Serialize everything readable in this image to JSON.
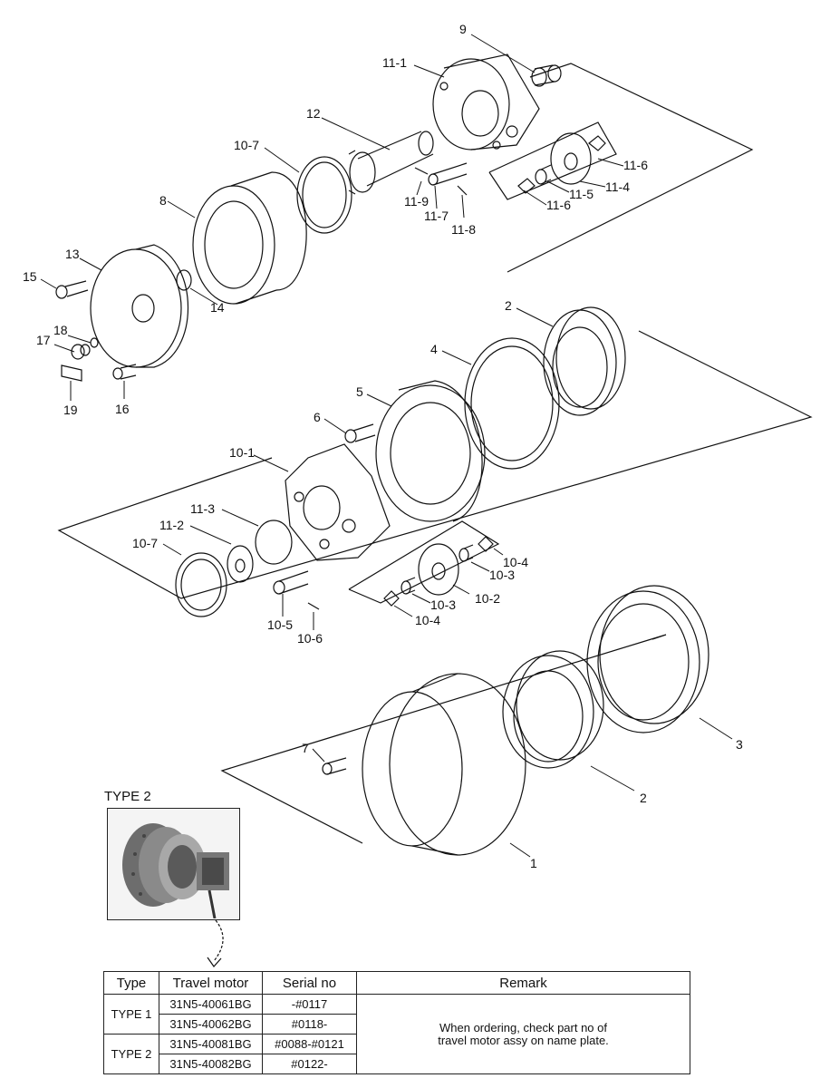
{
  "callouts": {
    "c9": "9",
    "c11_1": "11-1",
    "c12": "12",
    "c10_7_top": "10-7",
    "c8": "8",
    "c11_6_a": "11-6",
    "c11_4": "11-4",
    "c11_5": "11-5",
    "c11_6_b": "11-6",
    "c11_9": "11-9",
    "c11_7": "11-7",
    "c11_8": "11-8",
    "c13": "13",
    "c15": "15",
    "c14": "14",
    "c18": "18",
    "c17": "17",
    "c16": "16",
    "c19": "19",
    "c2_top": "2",
    "c4": "4",
    "c5": "5",
    "c6": "6",
    "c10_1": "10-1",
    "c11_3": "11-3",
    "c11_2": "11-2",
    "c10_7_mid": "10-7",
    "c10_4_a": "10-4",
    "c10_3_a": "10-3",
    "c10_3_b": "10-3",
    "c10_2": "10-2",
    "c10_4_b": "10-4",
    "c10_5": "10-5",
    "c10_6": "10-6",
    "c7": "7",
    "c3": "3",
    "c2_bot": "2",
    "c1": "1"
  },
  "type_caption": "TYPE 2",
  "table": {
    "headers": [
      "Type",
      "Travel motor",
      "Serial no",
      "Remark"
    ],
    "type1": "TYPE 1",
    "type2": "TYPE 2",
    "rows": [
      {
        "motor": "31N5-40061BG",
        "serial": "-#0117"
      },
      {
        "motor": "31N5-40062BG",
        "serial": "#0118-"
      },
      {
        "motor": "31N5-40081BG",
        "serial": "#0088-#0121"
      },
      {
        "motor": "31N5-40082BG",
        "serial": "#0122-"
      }
    ],
    "remark_line1": "When ordering, check part no of",
    "remark_line2": "travel motor assy on name plate."
  }
}
